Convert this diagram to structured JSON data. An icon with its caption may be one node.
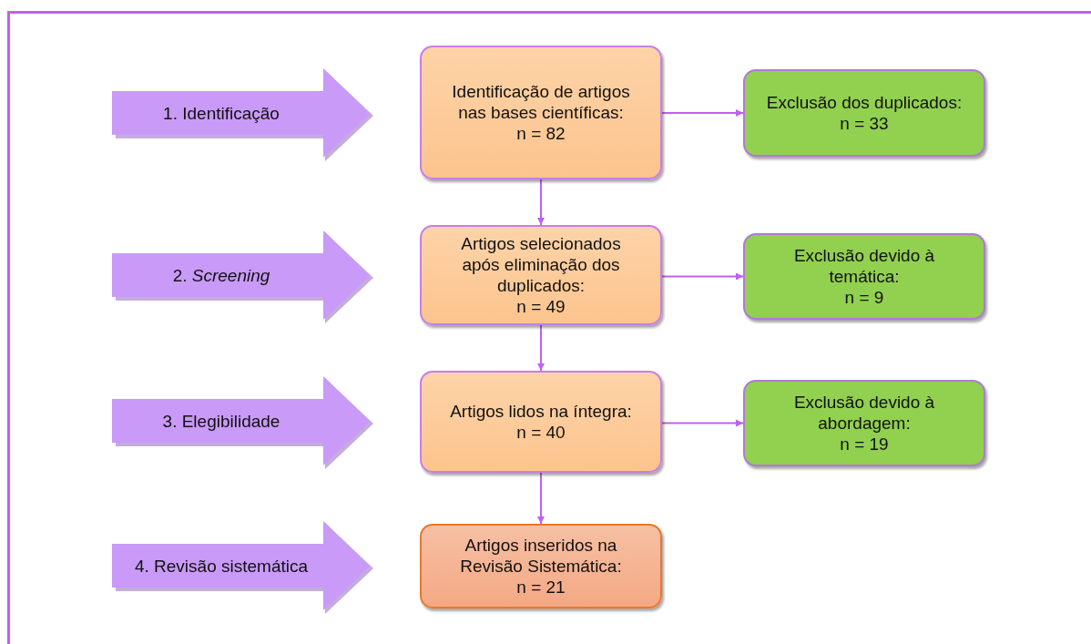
{
  "diagram": {
    "nodes": [
      {
        "text": [
          "1. Identificação"
        ]
      },
      {
        "text": [
          "Identificação de artigos nas bases científicas:",
          "n = 82"
        ]
      },
      {
        "text": [
          "Exclusão dos duplicados:",
          "n = 33"
        ]
      },
      {
        "text": [
          "2. *Screening*"
        ]
      },
      {
        "text": [
          "Artigos selecionados após eliminação dos duplicados:",
          "n = 49"
        ]
      },
      {
        "text": [
          "Exclusão devido à temática:",
          "n = 9"
        ]
      },
      {
        "text": [
          "3. Elegibilidade"
        ]
      },
      {
        "text": [
          "Artigos lidos na íntegra:",
          "n = 40"
        ]
      },
      {
        "text": [
          "Exclusão devido à abordagem:",
          "n = 19"
        ]
      },
      {
        "text": [
          "4. Revisão sistemática"
        ]
      },
      {
        "text": [
          "Artigos inseridos na Revisão Sistemática:",
          "n = 21"
        ]
      }
    ],
    "edges": [
      {
        "from": 1,
        "to": 2,
        "arrow": "to"
      },
      {
        "from": 1,
        "to": 4,
        "arrow": "to"
      },
      {
        "from": 4,
        "to": 5,
        "arrow": "to"
      },
      {
        "from": 4,
        "to": 7,
        "arrow": "to"
      },
      {
        "from": 7,
        "to": 8,
        "arrow": "to"
      },
      {
        "from": 7,
        "to": 10,
        "arrow": "to"
      }
    ]
  }
}
